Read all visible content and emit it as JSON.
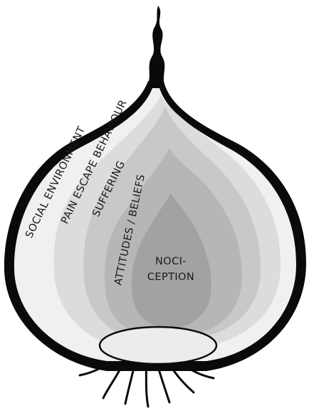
{
  "diagram": {
    "layers": [
      {
        "id": "social",
        "label": "SOCIAL ENVIRONMENT",
        "fill": "#f0f0f0"
      },
      {
        "id": "pain",
        "label": "PAIN ESCAPE BEHAVIOUR",
        "fill": "#dcdcdc"
      },
      {
        "id": "suffering",
        "label": "SUFFERING",
        "fill": "#c8c8c8"
      },
      {
        "id": "attitudes",
        "label": "ATTITUDES / BELIEFS",
        "fill": "#b6b6b6"
      },
      {
        "id": "nociception",
        "label_line1": "NOCI-",
        "label_line2": "CEPTION",
        "fill": "#a2a2a2"
      }
    ],
    "outline_color": "#0a0a0a",
    "base_plate_color": "#ececec"
  }
}
